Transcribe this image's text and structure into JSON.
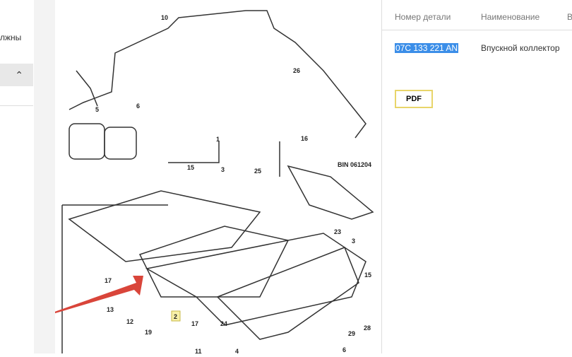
{
  "left_panel": {
    "text_fragment": "лжны",
    "collapse_icon": "chevron-up-icon"
  },
  "table": {
    "headers": [
      "Номер детали",
      "Наименование",
      "В"
    ],
    "rows": [
      {
        "part_number": "07C 133 221 AN",
        "name": "Впускной коллектор"
      }
    ]
  },
  "pdf_button": "PDF",
  "diagram": {
    "callouts": [
      "10",
      "26",
      "5",
      "6",
      "1",
      "16",
      "15",
      "3",
      "25",
      "BIN 061204",
      "23",
      "3",
      "17",
      "15",
      "13",
      "2",
      "17",
      "24",
      "12",
      "19",
      "29",
      "28",
      "11",
      "6",
      "4"
    ]
  },
  "colors": {
    "selection": "#3b8ee8",
    "pdf_border": "#e8d56a",
    "arrow": "#d9453a"
  }
}
